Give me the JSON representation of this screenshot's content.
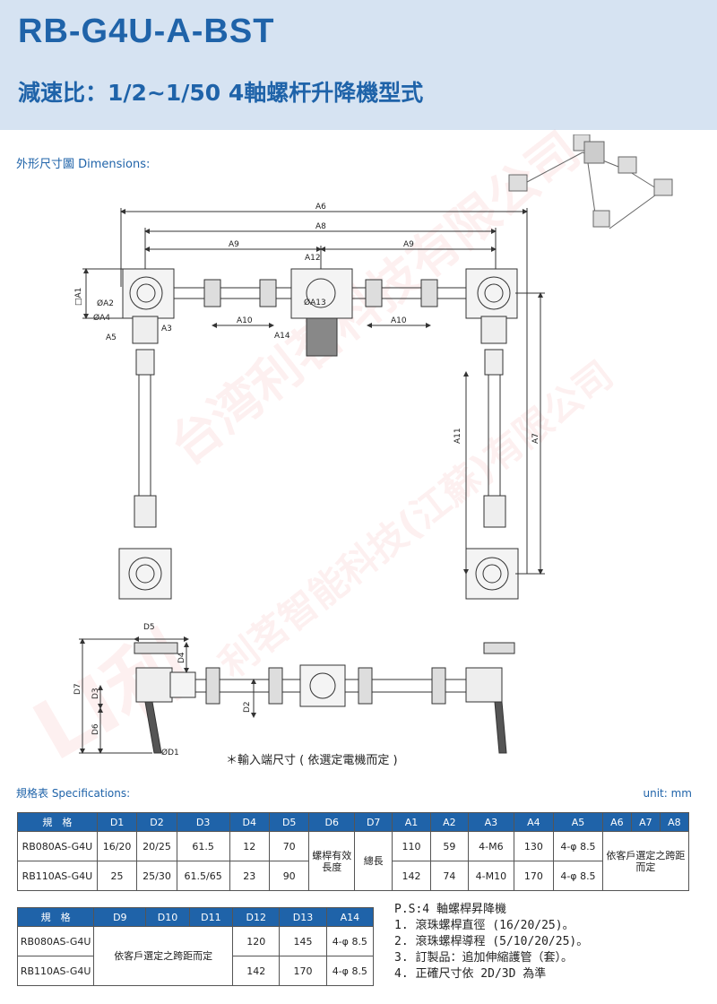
{
  "header": {
    "model": "RB-G4U-A-BST",
    "subtitle": "減速比：1/2~1/50  4軸螺杆升降機型式"
  },
  "dimensions_title": "外形尺寸圖 Dimensions:",
  "drawing_labels": {
    "A6": "A6",
    "A8": "A8",
    "A9": "A9",
    "A12": "A12",
    "A1": "□A1",
    "A2": "ØA2",
    "A4": "ØA4",
    "A5": "A5",
    "A3": "A3",
    "A13": "ØA13",
    "A10": "A10",
    "A14": "A14",
    "A11": "A11",
    "A7": "A7",
    "D5": "D5",
    "D4": "D4",
    "D7": "D7",
    "D3": "D3",
    "D6": "D6",
    "D2": "D2",
    "D1": "ØD1"
  },
  "watermarks": {
    "company_tw": "台湾利茗科技有限公司",
    "company_js": "利茗智能科技(江蘇)有限公司",
    "brand": "LI利"
  },
  "input_note": "＊輸入端尺寸 ( 依選定電機而定 )",
  "spec_title": "規格表 Specifications:",
  "unit": "unit: mm",
  "table1": {
    "headers": [
      "規　格",
      "D1",
      "D2",
      "D3",
      "D4",
      "D5",
      "D6",
      "D7",
      "A1",
      "A2",
      "A3",
      "A4",
      "A5",
      "A6",
      "A7",
      "A8"
    ],
    "rows": [
      {
        "model": "RB080AS-G4U",
        "d1": "16/20",
        "d2": "20/25",
        "d3": "61.5",
        "d4": "12",
        "d5": "70",
        "a1": "110",
        "a2": "59",
        "a3": "4-M6",
        "a4": "130",
        "a5": "4-φ 8.5"
      },
      {
        "model": "RB110AS-G4U",
        "d1": "25",
        "d2": "25/30",
        "d3": "61.5/65",
        "d4": "23",
        "d5": "90",
        "a1": "142",
        "a2": "74",
        "a3": "4-M10",
        "a4": "170",
        "a5": "4-φ 8.5"
      }
    ],
    "d6_merged": "螺桿有效長度",
    "d7_merged": "總長",
    "a678_merged": "依客戶選定之跨距而定"
  },
  "table2": {
    "headers": [
      "規　格",
      "D9",
      "D10",
      "D11",
      "D12",
      "D13",
      "A14"
    ],
    "rows": [
      {
        "model": "RB080AS-G4U",
        "d12": "120",
        "d13": "145",
        "a14": "4-φ 8.5"
      },
      {
        "model": "RB110AS-G4U",
        "d12": "142",
        "d13": "170",
        "a14": "4-φ 8.5"
      }
    ],
    "d9_11_merged": "依客戶選定之跨距而定"
  },
  "notes": {
    "title": "P.S:4 軸螺桿昇降機",
    "items": [
      "1. 滾珠螺桿直徑 (16/20/25)。",
      "2. 滾珠螺桿導程 (5/10/20/25)。",
      "3. 訂製品：追加伸縮護管（套）。",
      "4. 正確尺寸依 2D/3D 為準"
    ]
  }
}
